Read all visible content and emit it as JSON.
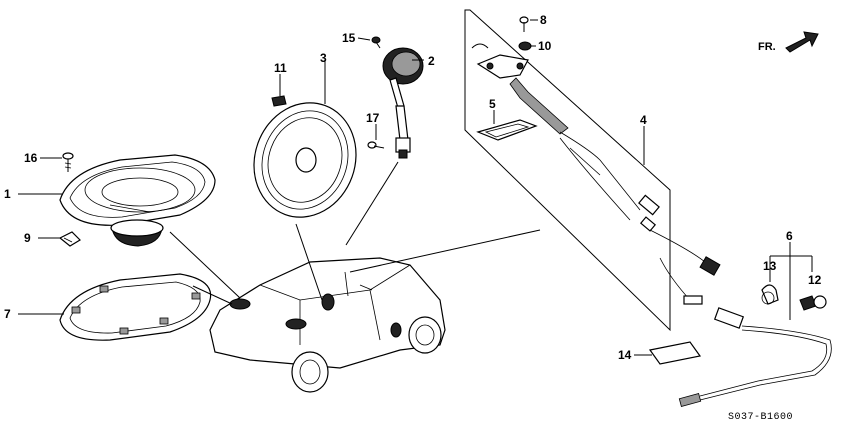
{
  "diagram": {
    "callouts": [
      "1",
      "2",
      "3",
      "4",
      "5",
      "6",
      "7",
      "8",
      "9",
      "10",
      "11",
      "12",
      "13",
      "14",
      "15",
      "16",
      "17"
    ],
    "direction_label": "FR.",
    "diagram_code": "S037-B1600"
  }
}
